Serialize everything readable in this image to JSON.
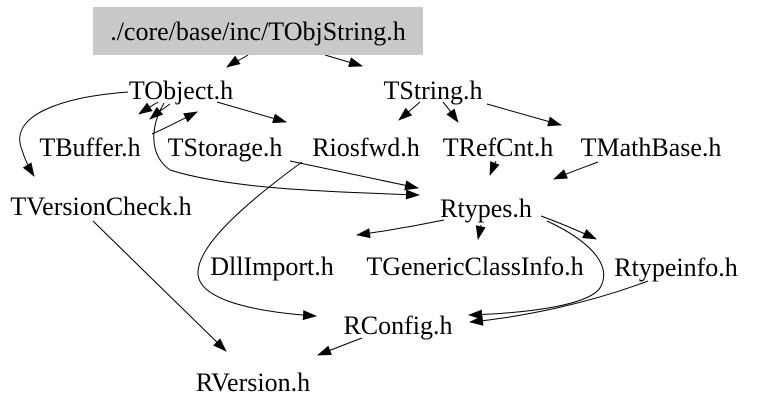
{
  "diagram": {
    "type": "include-dependency-graph",
    "root_label": "./core/base/inc/TObjString.h",
    "colors": {
      "background": "#ffffff",
      "root_node_fill": "#c9c9c9",
      "edge": "#000000",
      "text": "#000000"
    },
    "nodes": [
      {
        "id": "TObjString",
        "label": "./core/base/inc/TObjString.h"
      },
      {
        "id": "TObject",
        "label": "TObject.h"
      },
      {
        "id": "TString",
        "label": "TString.h"
      },
      {
        "id": "TBuffer",
        "label": "TBuffer.h"
      },
      {
        "id": "TStorage",
        "label": "TStorage.h"
      },
      {
        "id": "Riosfwd",
        "label": "Riosfwd.h"
      },
      {
        "id": "TRefCnt",
        "label": "TRefCnt.h"
      },
      {
        "id": "TMathBase",
        "label": "TMathBase.h"
      },
      {
        "id": "TVersionCheck",
        "label": "TVersionCheck.h"
      },
      {
        "id": "Rtypes",
        "label": "Rtypes.h"
      },
      {
        "id": "DllImport",
        "label": "DllImport.h"
      },
      {
        "id": "TGenericClassInfo",
        "label": "TGenericClassInfo.h"
      },
      {
        "id": "Rtypeinfo",
        "label": "Rtypeinfo.h"
      },
      {
        "id": "RConfig",
        "label": "RConfig.h"
      },
      {
        "id": "RVersion",
        "label": "RVersion.h"
      }
    ],
    "edges": [
      {
        "from": "TObjString",
        "to": "TObject"
      },
      {
        "from": "TObjString",
        "to": "TString"
      },
      {
        "from": "TObject",
        "to": "TBuffer",
        "double_arrow": true
      },
      {
        "from": "TBuffer",
        "to": "TObject"
      },
      {
        "from": "TObject",
        "to": "Riosfwd"
      },
      {
        "from": "TObject",
        "to": "TVersionCheck"
      },
      {
        "from": "TObject",
        "to": "Rtypes"
      },
      {
        "from": "TStorage",
        "to": "Rtypes"
      },
      {
        "from": "TString",
        "to": "Riosfwd"
      },
      {
        "from": "TString",
        "to": "TRefCnt"
      },
      {
        "from": "TString",
        "to": "TMathBase"
      },
      {
        "from": "TRefCnt",
        "to": "Rtypes"
      },
      {
        "from": "TMathBase",
        "to": "Rtypes"
      },
      {
        "from": "Riosfwd",
        "to": "RConfig"
      },
      {
        "from": "TVersionCheck",
        "to": "RVersion"
      },
      {
        "from": "Rtypes",
        "to": "DllImport"
      },
      {
        "from": "Rtypes",
        "to": "TGenericClassInfo"
      },
      {
        "from": "Rtypes",
        "to": "Rtypeinfo"
      },
      {
        "from": "Rtypes",
        "to": "RConfig"
      },
      {
        "from": "Rtypeinfo",
        "to": "RConfig"
      },
      {
        "from": "RConfig",
        "to": "RVersion"
      }
    ]
  }
}
